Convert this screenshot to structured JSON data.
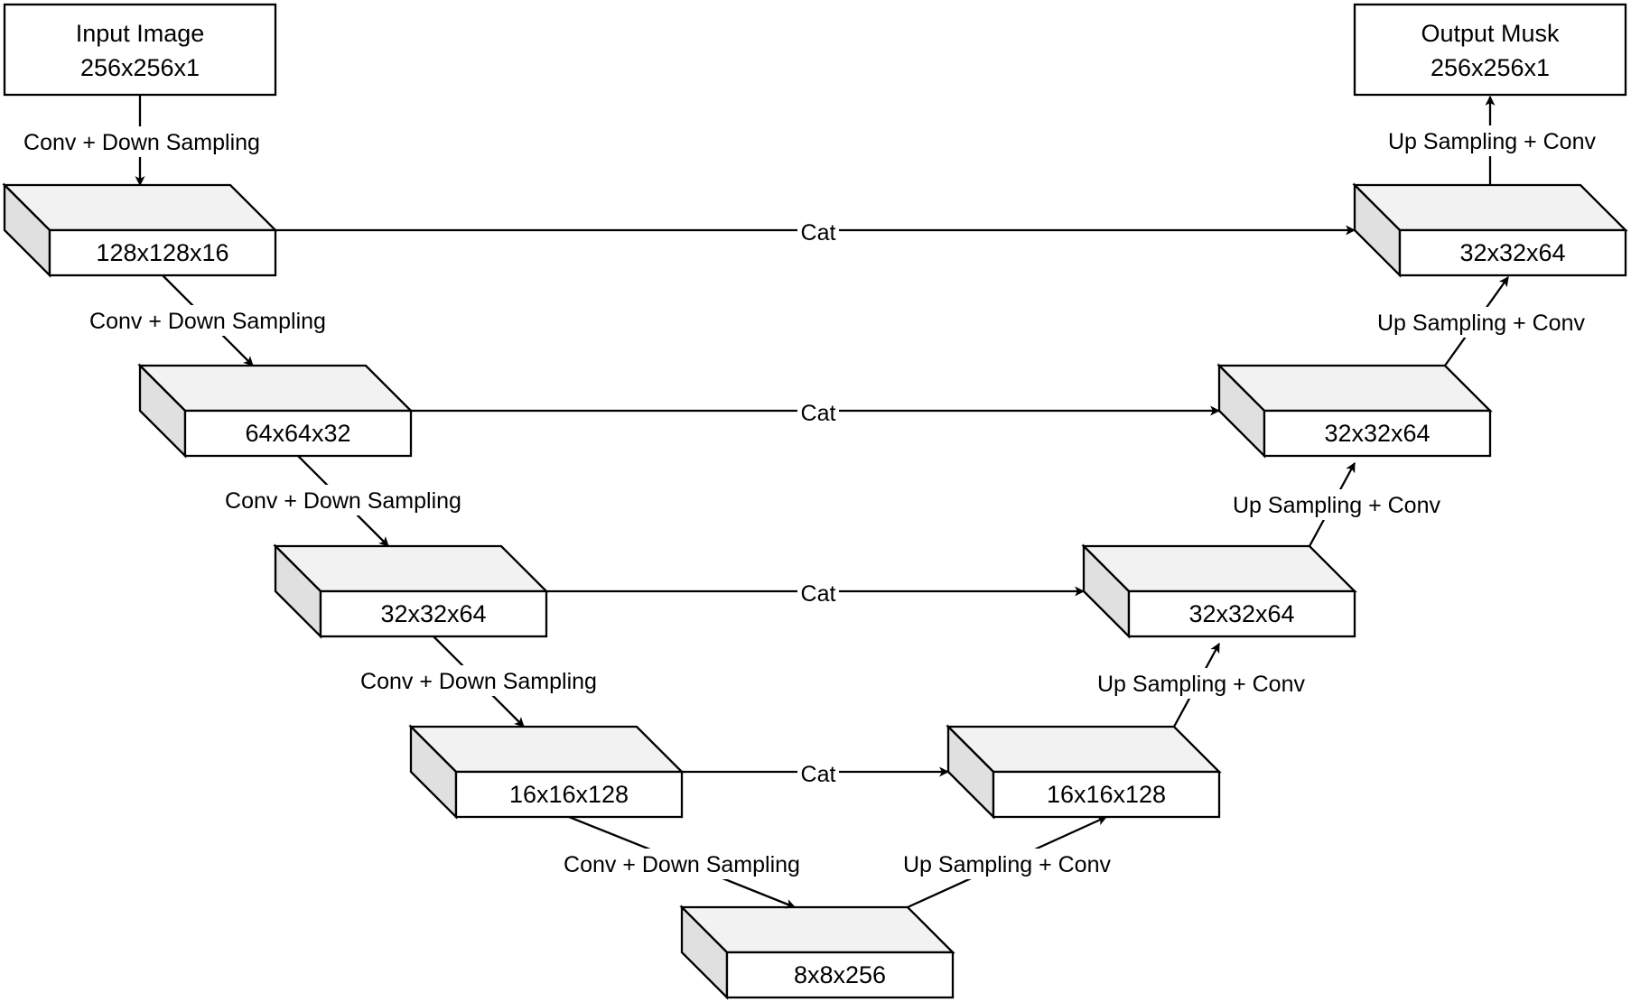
{
  "input": {
    "line1": "Input Image",
    "line2": "256x256x1"
  },
  "output": {
    "line1": "Output Musk",
    "line2": "256x256x1"
  },
  "encoder": [
    {
      "label": "128x128x16"
    },
    {
      "label": "64x64x32"
    },
    {
      "label": "32x32x64"
    },
    {
      "label": "16x16x128"
    },
    {
      "label": "8x8x256"
    }
  ],
  "decoder": [
    {
      "label": "32x32x64"
    },
    {
      "label": "32x32x64"
    },
    {
      "label": "32x32x64"
    },
    {
      "label": "16x16x128"
    }
  ],
  "edge_labels": {
    "down": "Conv + Down Sampling",
    "up": "Up Sampling + Conv",
    "cat": "Cat"
  },
  "colors": {
    "block_face": "#ffffff",
    "block_top": "#f2f2f2",
    "block_side": "#e0e0e0",
    "stroke": "#000000"
  }
}
